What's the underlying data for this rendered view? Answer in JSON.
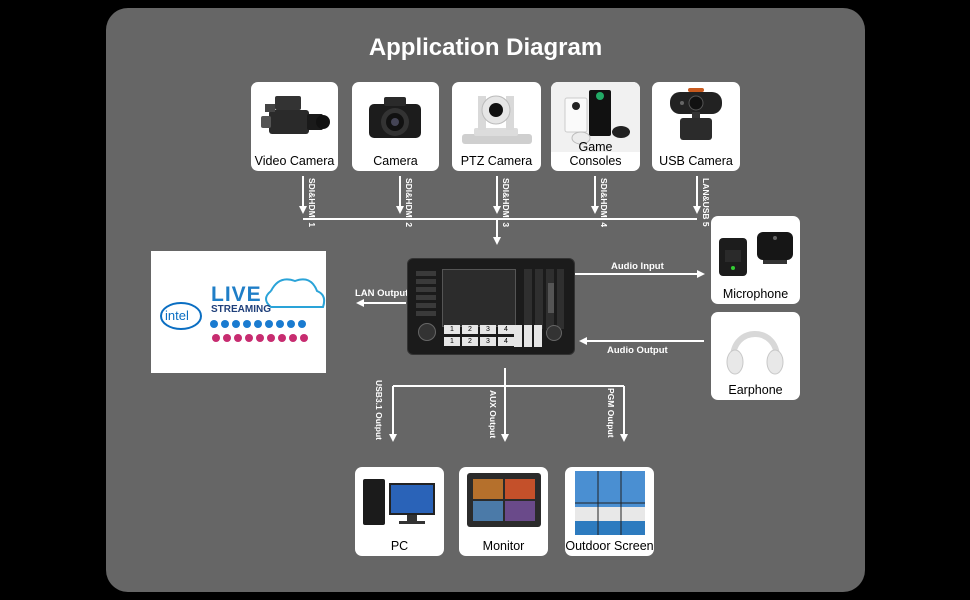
{
  "title": "Application Diagram",
  "inputs": [
    {
      "label": "Video Camera",
      "icon": "video-camera-icon",
      "link": "SDI&HDMI 1"
    },
    {
      "label": "Camera",
      "icon": "dslr-camera-icon",
      "link": "SDI&HDMI 2"
    },
    {
      "label": "PTZ Camera",
      "icon": "ptz-camera-icon",
      "link": "SDI&HDMI 3"
    },
    {
      "label": "Game Consoles",
      "icon": "game-console-icon",
      "link": "SDI&HDMI 4"
    },
    {
      "label": "USB Camera",
      "icon": "webcam-icon",
      "link": "LAN&USB 5"
    }
  ],
  "audio": {
    "microphone": "Microphone",
    "earphone": "Earphone",
    "audio_input": "Audio Input",
    "audio_output": "Audio Output"
  },
  "lan_output": "LAN Output",
  "streaming": {
    "brand": "intel",
    "live": "LIVE",
    "streaming": "STREAMING"
  },
  "switcher": {
    "buttons_top": [
      "1",
      "2",
      "3",
      "4"
    ],
    "buttons_bottom": [
      "1",
      "2",
      "3",
      "4"
    ]
  },
  "outputs": [
    {
      "label": "PC",
      "icon": "pc-icon",
      "link": "USB3.1 Output"
    },
    {
      "label": "Monitor",
      "icon": "monitor-icon",
      "link": "AUX Output"
    },
    {
      "label": "Outdoor Screen",
      "icon": "video-wall-icon",
      "link": "PGM Output"
    }
  ],
  "colors": {
    "panel": "#666666",
    "background": "#000000",
    "lines": "#ffffff",
    "cards": "#ffffff"
  }
}
